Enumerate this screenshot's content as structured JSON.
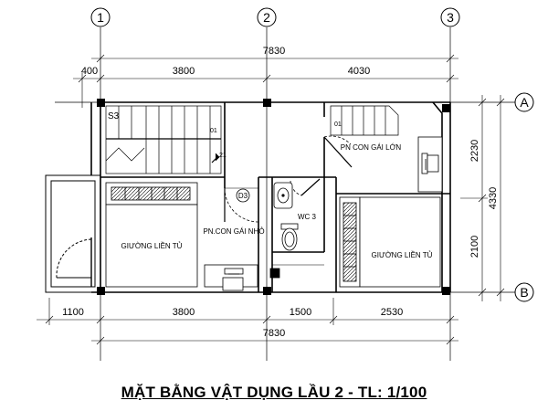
{
  "grid": {
    "columns": [
      "1",
      "2",
      "3"
    ],
    "rows": [
      "A",
      "B"
    ]
  },
  "dimensions": {
    "top_total": "7830",
    "top_left_overhang": "400",
    "top_bay_1": "3800",
    "top_bay_2": "4030",
    "bottom_left": "1100",
    "bottom_mid_1": "3800",
    "bottom_mid_2": "1500",
    "bottom_right": "2530",
    "bottom_total": "7830",
    "right_upper": "2230",
    "right_lower": "2100",
    "right_total": "4330"
  },
  "labels": {
    "stair_s3": "S3",
    "stair_01_left": "01",
    "stair_21": "21",
    "stair_01_right": "01",
    "door_d3": "D3",
    "room_big_girl": "PN CON GÁI LỚN",
    "room_small_girl": "PN.CON GÁI NHỎ",
    "wc": "WC 3",
    "bed_left": "GIƯỜNG LIỀN TỦ",
    "bed_right": "GIƯỜNG LIỀN TỦ"
  },
  "title": "MẶT BẰNG VẬT DỤNG LẦU 2 - TL: 1/100"
}
